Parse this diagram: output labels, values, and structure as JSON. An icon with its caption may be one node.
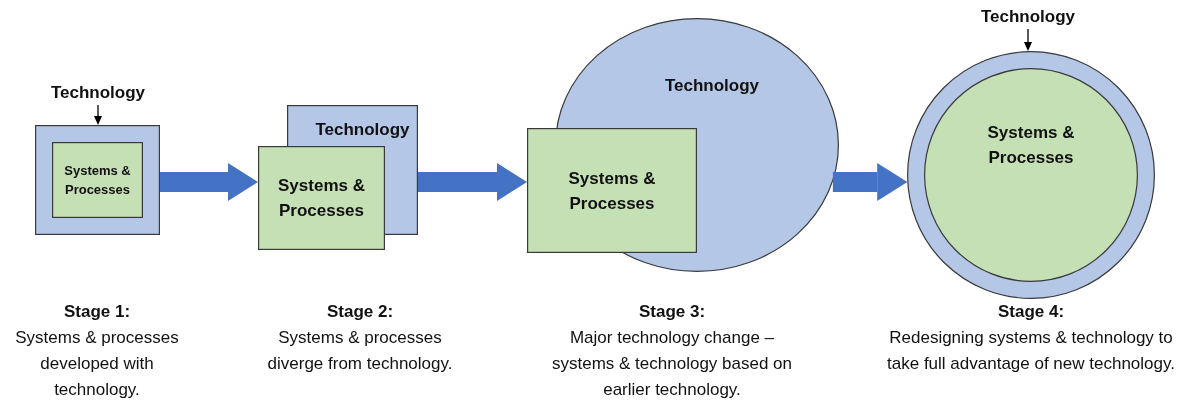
{
  "diagram": {
    "nodes": [
      {
        "text": [
          "Technology"
        ]
      },
      {
        "text": [],
        "shape": "box"
      },
      {
        "text": [
          "Systems & Processes"
        ],
        "in": 1
      },
      {
        "text": [
          "Technology"
        ]
      },
      {
        "text": [
          "Systems & Processes"
        ]
      },
      {
        "text": [
          "Technology"
        ]
      },
      {
        "text": [
          "Systems & Processes"
        ]
      },
      {
        "text": [
          "Technology"
        ]
      },
      {
        "text": [],
        "shape": "circle"
      },
      {
        "text": [
          "Systems & Processes"
        ],
        "in": 8
      }
    ],
    "edges": [
      {
        "from": 0,
        "to": 1,
        "arrow": "to",
        "color": "#000000"
      },
      {
        "from": 1,
        "to": 4,
        "arrow": "to"
      },
      {
        "from": 3,
        "to": 6,
        "arrow": "to"
      },
      {
        "from": 5,
        "to": 8,
        "arrow": "to"
      },
      {
        "from": 7,
        "to": 8,
        "arrow": "to",
        "color": "#000000"
      }
    ],
    "labels": [
      "Stage 1:",
      "Systems & processes developed with technology.",
      "Stage 2:",
      "Systems & processes diverge from technology.",
      "Stage 3:",
      "Major technology change – systems & technology based on earlier technology.",
      "Stage 4:",
      "Redesigning systems & technology to take full advantage of new technology."
    ]
  }
}
